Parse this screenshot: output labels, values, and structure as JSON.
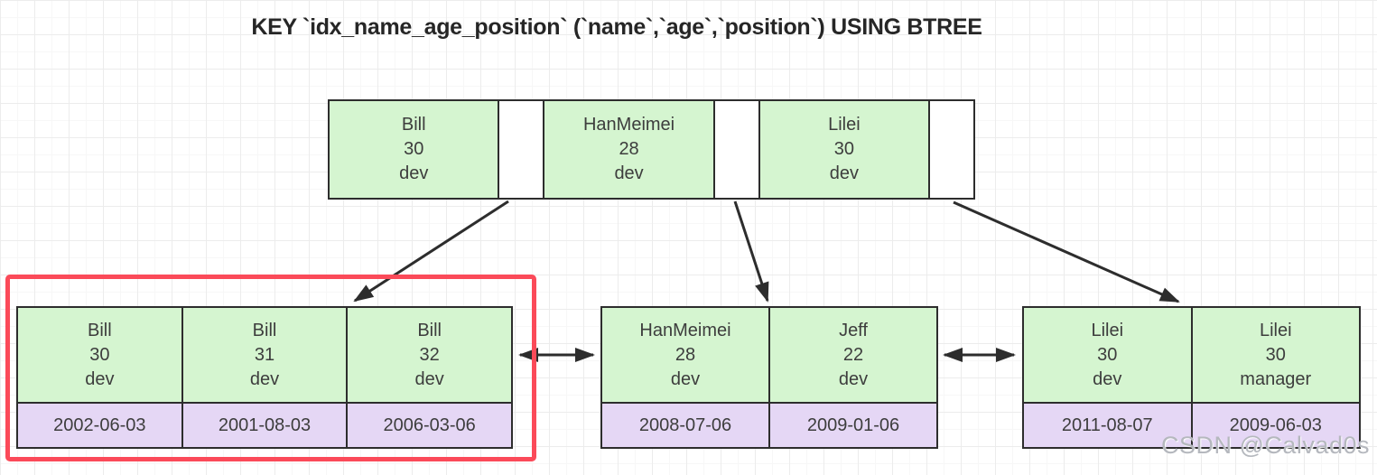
{
  "title": "KEY `idx_name_age_position` (`name`,`age`,`position`) USING BTREE",
  "watermark": "CSDN @Calvad0s",
  "colors": {
    "node_green": "#d5f5d0",
    "row_purple": "#e5d7f5",
    "border_color": "#2d2d2d",
    "highlight_red": "#fb4a59",
    "grid_strong": "#ececec",
    "grid_light": "#f7f7f7"
  },
  "root_node": {
    "entries": [
      {
        "name": "Bill",
        "age": "30",
        "position": "dev"
      },
      {
        "name": "HanMeimei",
        "age": "28",
        "position": "dev"
      },
      {
        "name": "Lilei",
        "age": "30",
        "position": "dev"
      }
    ]
  },
  "leaf_nodes": [
    {
      "highlighted": true,
      "records": [
        {
          "name": "Bill",
          "age": "30",
          "position": "dev",
          "date": "2002-06-03"
        },
        {
          "name": "Bill",
          "age": "31",
          "position": "dev",
          "date": "2001-08-03"
        },
        {
          "name": "Bill",
          "age": "32",
          "position": "dev",
          "date": "2006-03-06"
        }
      ]
    },
    {
      "highlighted": false,
      "records": [
        {
          "name": "HanMeimei",
          "age": "28",
          "position": "dev",
          "date": "2008-07-06"
        },
        {
          "name": "Jeff",
          "age": "22",
          "position": "dev",
          "date": "2009-01-06"
        }
      ]
    },
    {
      "highlighted": false,
      "records": [
        {
          "name": "Lilei",
          "age": "30",
          "position": "dev",
          "date": "2011-08-07"
        },
        {
          "name": "Lilei",
          "age": "30",
          "position": "manager",
          "date": "2009-06-03"
        }
      ]
    }
  ]
}
